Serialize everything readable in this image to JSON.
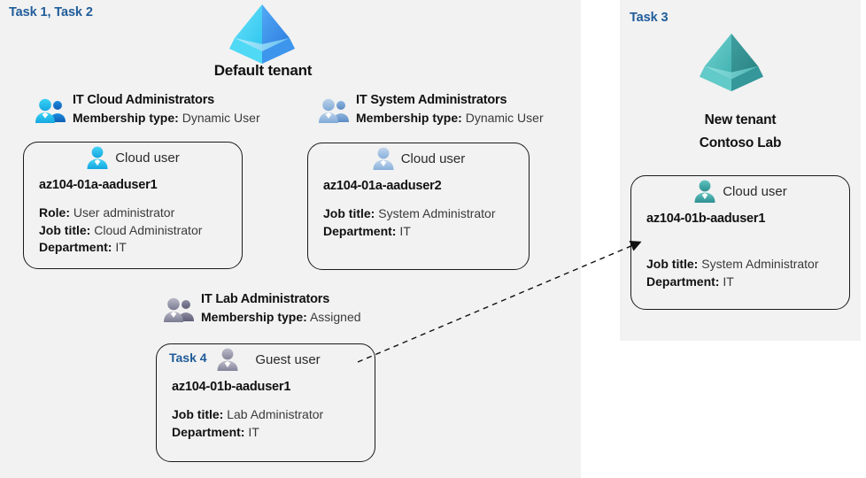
{
  "colors": {
    "panel_bg": "#f2f2f2",
    "page_bg": "#ffffff",
    "task_label": "#1f5c99",
    "tenant_blue_light": "#50d8f7",
    "tenant_blue_dark": "#3d8df0",
    "tenant_teal_light": "#5fd0d0",
    "tenant_teal_dark": "#2e9a9a",
    "group_cyan": "#28b9e8",
    "group_blue_muted": "#9dbfe0",
    "group_gray": "#8f8fa3",
    "user_cyan": "#29c3ef",
    "user_blue_muted": "#a7c4e3",
    "user_gray": "#9a9aab",
    "user_teal": "#4aada9",
    "card_border": "#1a1a1a"
  },
  "left_panel": {
    "task_label": "Task 1, Task 2",
    "tenant": {
      "icon": "azure-ad-tenant-icon",
      "title": "Default tenant",
      "color_theme": "blue"
    },
    "groups": [
      {
        "id": "it-cloud-administrators",
        "icon": "group-users-icon",
        "icon_theme": "cyan",
        "name": "IT Cloud Administrators",
        "meta_label": "Membership type:",
        "meta_value": "Dynamic User",
        "card": {
          "id": "az104-01a-aaduser1",
          "user_icon": "cloud-user-icon",
          "user_icon_theme": "cyan",
          "user_type": "Cloud user",
          "upn": "az104-01a-aaduser1",
          "props": [
            {
              "label": "Role:",
              "value": "User administrator"
            },
            {
              "label": "Job title:",
              "value": "Cloud Administrator"
            },
            {
              "label": "Department:",
              "value": "IT"
            }
          ]
        }
      },
      {
        "id": "it-system-administrators",
        "icon": "group-users-icon",
        "icon_theme": "blue-muted",
        "name": "IT System Administrators",
        "meta_label": "Membership type:",
        "meta_value": "Dynamic User",
        "card": {
          "id": "az104-01a-aaduser2",
          "user_icon": "cloud-user-icon",
          "user_icon_theme": "blue-muted",
          "user_type": "Cloud user",
          "upn": "az104-01a-aaduser2",
          "props": [
            {
              "label": "Job title:",
              "value": "System Administrator"
            },
            {
              "label": "Department:",
              "value": "IT"
            }
          ]
        }
      },
      {
        "id": "it-lab-administrators",
        "icon": "group-users-icon",
        "icon_theme": "gray",
        "name": "IT Lab Administrators",
        "meta_label": "Membership type:",
        "meta_value": "Assigned",
        "card": {
          "id": "az104-01b-aaduser1-guest",
          "task_label": "Task 4",
          "user_icon": "guest-user-icon",
          "user_icon_theme": "gray",
          "user_type": "Guest user",
          "upn": "az104-01b-aaduser1",
          "props": [
            {
              "label": "Job title:",
              "value": "Lab Administrator"
            },
            {
              "label": "Department:",
              "value": "IT"
            }
          ]
        }
      }
    ]
  },
  "right_panel": {
    "task_label": "Task 3",
    "tenant": {
      "icon": "azure-ad-tenant-icon",
      "title_line1": "New  tenant",
      "title_line2": "Contoso Lab",
      "color_theme": "teal"
    },
    "card": {
      "id": "az104-01b-aaduser1-cloud",
      "user_icon": "cloud-user-icon",
      "user_icon_theme": "teal",
      "user_type": "Cloud user",
      "upn": "az104-01b-aaduser1",
      "props": [
        {
          "label": "Job title:",
          "value": "System Administrator"
        },
        {
          "label": "Department:",
          "value": "IT"
        }
      ]
    }
  },
  "connector": {
    "id": "guest-to-cloud-user-arrow",
    "style": "dashed-arrow",
    "from": "az104-01b-aaduser1 (guest, Default tenant)",
    "to": "az104-01b-aaduser1 (cloud user, Contoso Lab)"
  }
}
